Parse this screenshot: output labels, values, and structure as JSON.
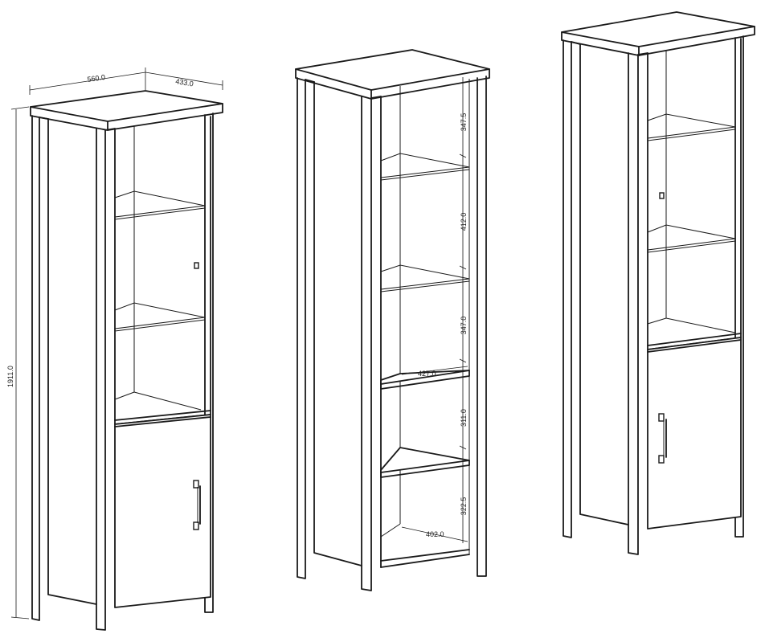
{
  "dimensions": {
    "width": "560.0",
    "depth": "433.0",
    "height": "1911.0",
    "gap_1": "347.5",
    "gap_2": "412.0",
    "gap_3": "347.0",
    "gap_4": "311.0",
    "gap_5": "322.5",
    "inner_width_top": "427.0",
    "inner_width_bottom": "402.0"
  },
  "colors": {
    "line": "#1a1a1a",
    "background": "#ffffff"
  }
}
